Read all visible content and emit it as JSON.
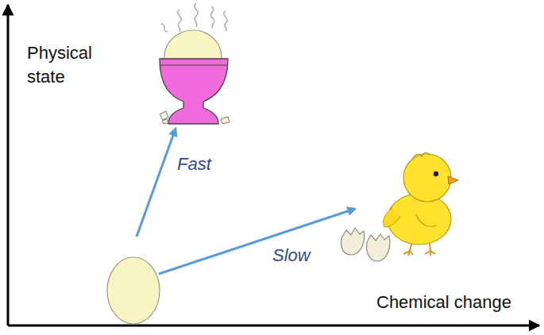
{
  "diagram": {
    "labels": [
      "Physical state",
      "Chemical change",
      "Fast",
      "Slow"
    ]
  }
}
